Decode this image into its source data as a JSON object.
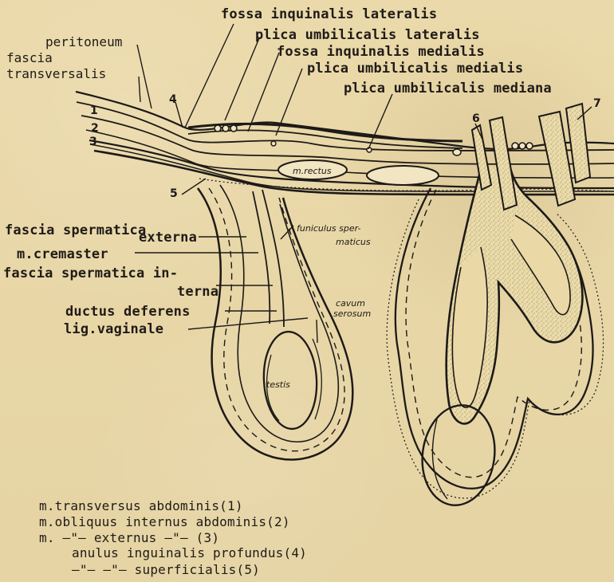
{
  "labels": {
    "fossa_inguinalis_lateralis": "fossa inquinalis lateralis",
    "plica_umbilicalis_lateralis": "plica umbilicalis lateralis",
    "fossa_inguinalis_medialis": "fossa inquinalis medialis",
    "plica_umbilicalis_medialis": "plica umbilicalis medialis",
    "plica_umbilicalis_mediana": "plica umbilicalis mediana",
    "peritoneum": "peritoneum",
    "fascia_transversalis_1": "fascia",
    "fascia_transversalis_2": "transversalis",
    "fascia_spermatica_externa_1": "fascia spermatica",
    "fascia_spermatica_externa_2": "externa",
    "m_cremaster": "m.cremaster",
    "fascia_spermatica_interna_1": "fascia spermatica in-",
    "fascia_spermatica_interna_2": "terna",
    "ductus_deferens": "ductus deferens",
    "lig_vaginale": "lig.vaginale",
    "m_rectus": "m.rectus",
    "funiculus_1": "funiculus sper-",
    "funiculus_2": "maticus",
    "cavum_1": "cavum",
    "cavum_2": "serosum",
    "testis": "testis"
  },
  "numbers": {
    "n1": "1",
    "n2": "2",
    "n3": "3",
    "n4": "4",
    "n5": "5",
    "n6": "6",
    "n7": "7"
  },
  "legend": {
    "line1": "m.transversus abdominis(1)",
    "line2": "m.obliquus internus abdominis(2)",
    "line3": "m.  —\"—  externus  —\"—  (3)",
    "line4": "anulus inguinalis profundus(4)",
    "line5": "—\"—    —\"—    superficialis(5)"
  }
}
